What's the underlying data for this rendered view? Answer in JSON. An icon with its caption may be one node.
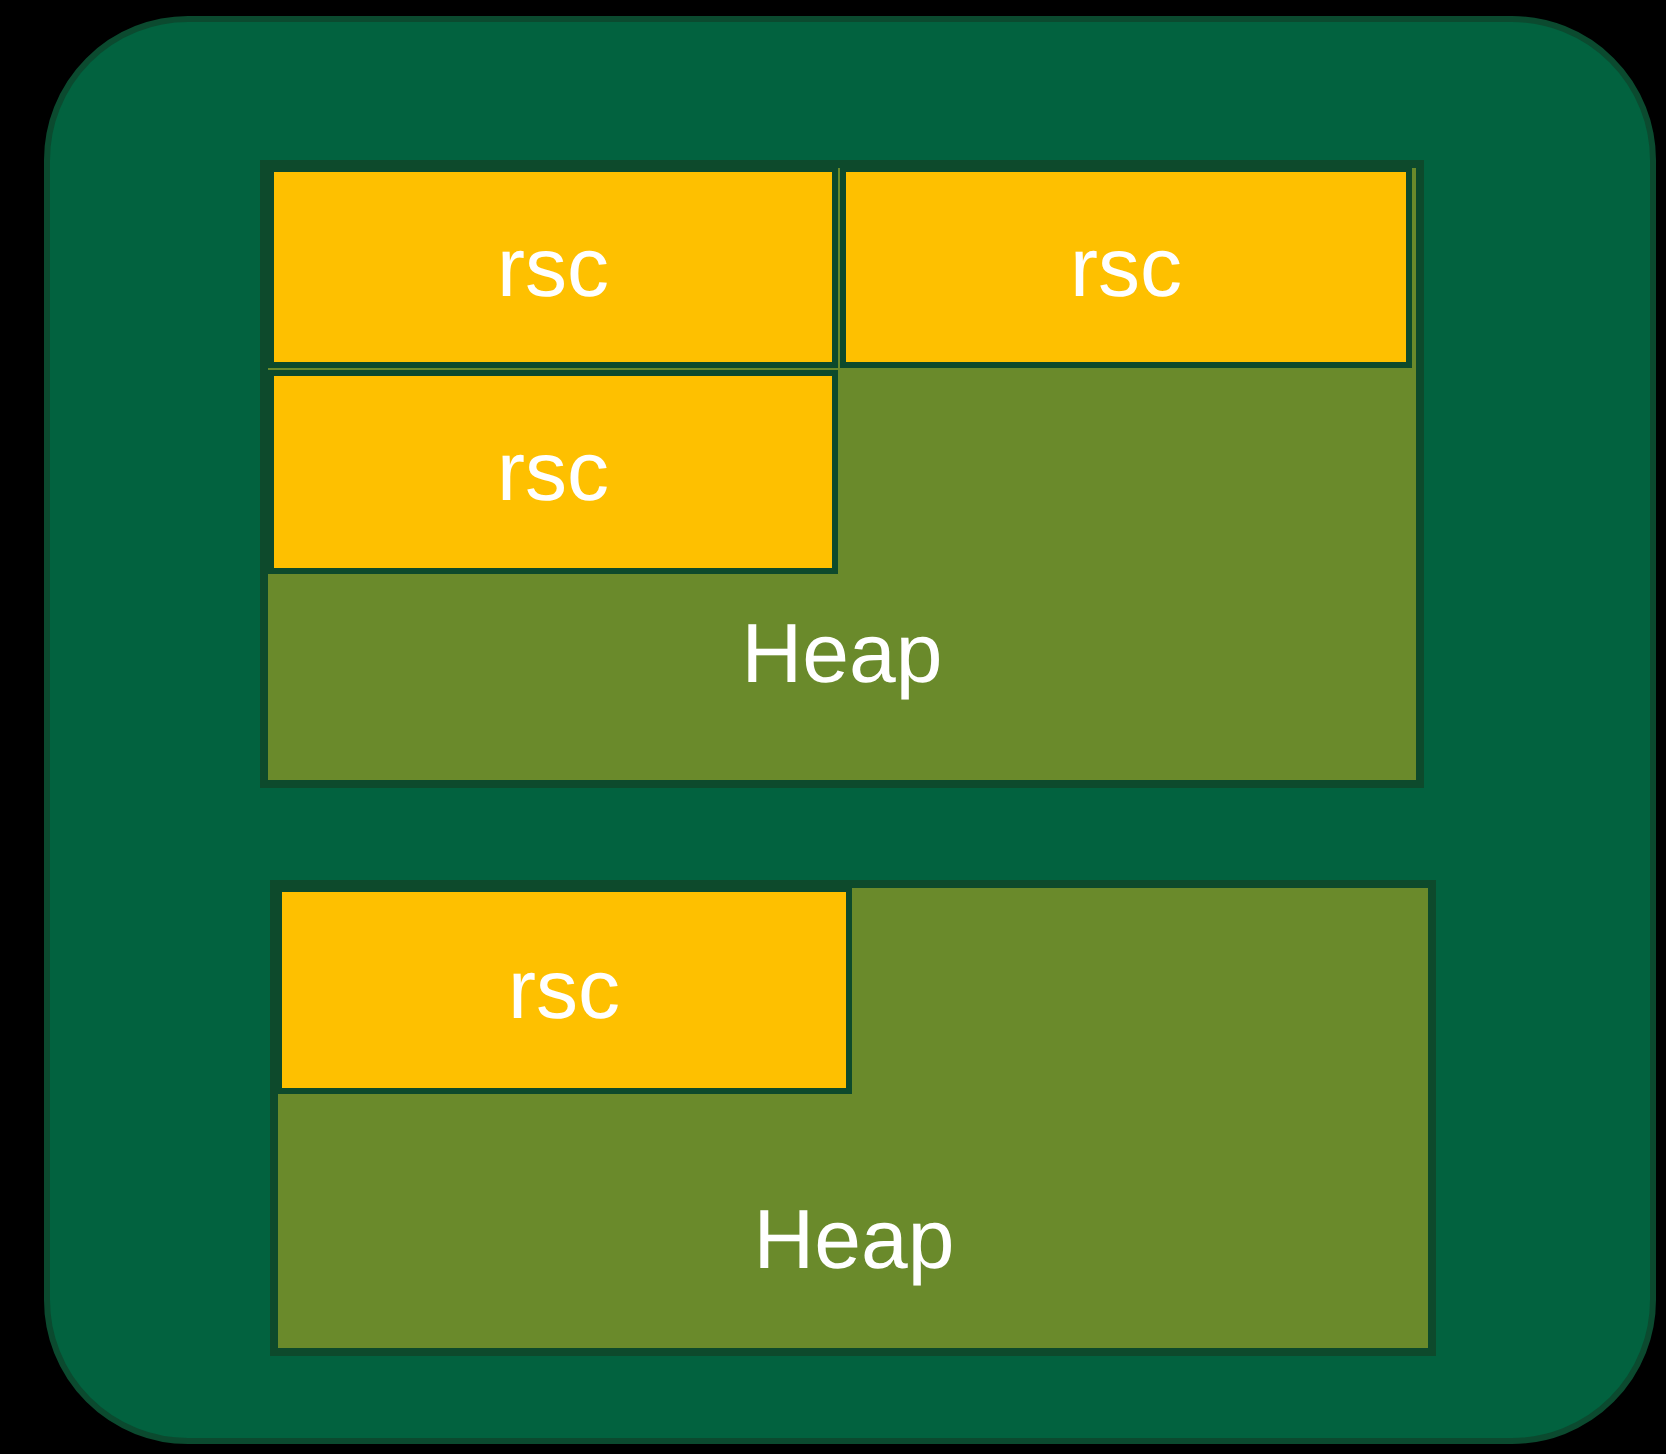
{
  "diagram": {
    "nodes": [
      {
        "text": [],
        "shape": "box"
      },
      {
        "text": [
          "Heap"
        ],
        "in": 0
      },
      {
        "text": [
          "rsc"
        ],
        "in": 1
      },
      {
        "text": [
          "rsc"
        ],
        "in": 1
      },
      {
        "text": [
          "rsc"
        ],
        "in": 1
      },
      {
        "text": [
          "Heap"
        ],
        "in": 0
      },
      {
        "text": [
          "rsc"
        ],
        "in": 5
      }
    ],
    "edges": []
  }
}
